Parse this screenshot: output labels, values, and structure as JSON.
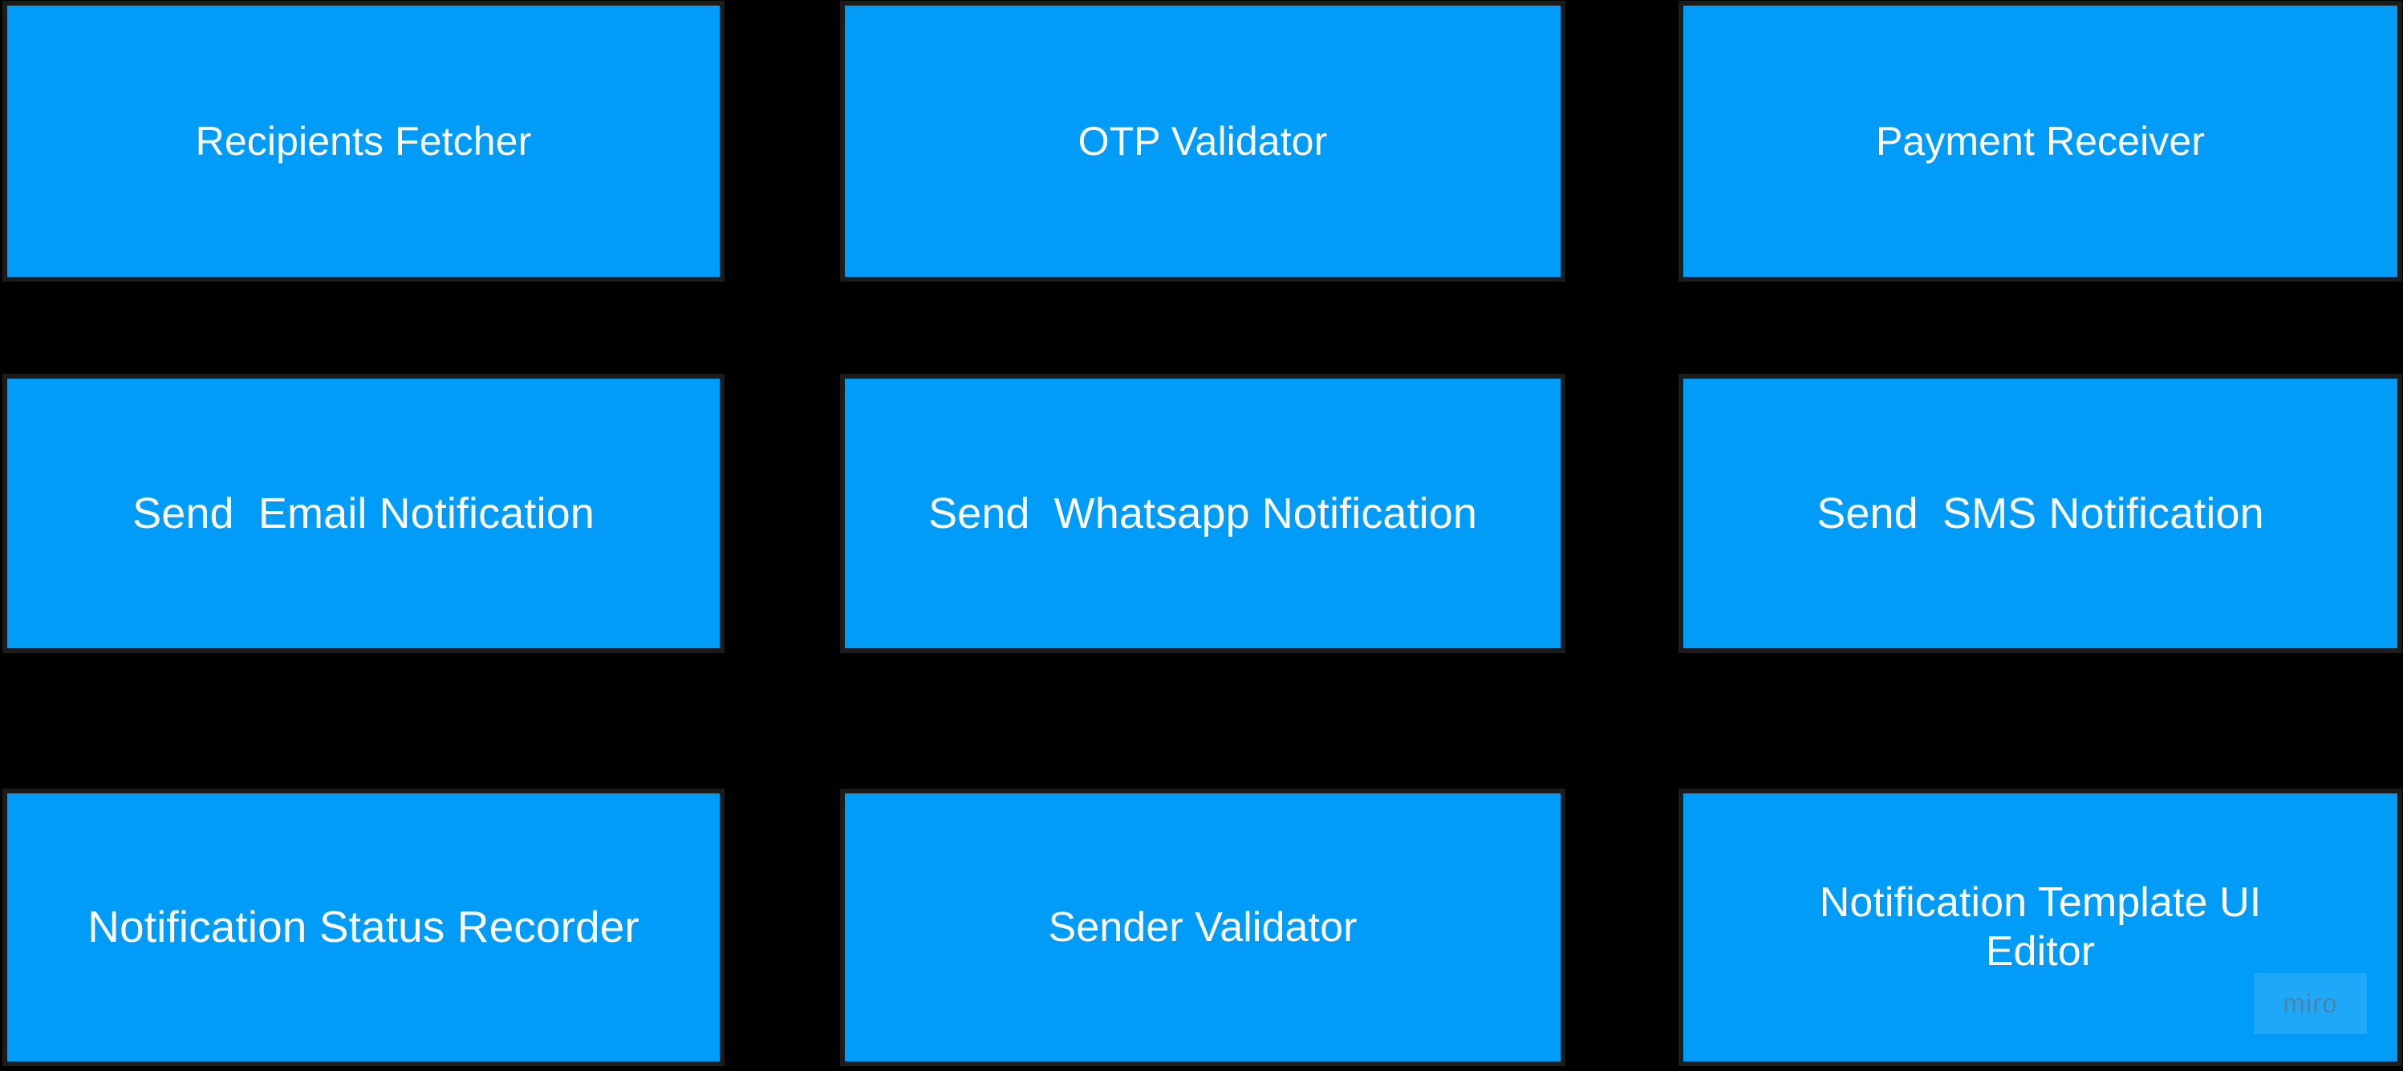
{
  "board": {
    "background_color": "#000000",
    "card_fill_color": "#009cf7",
    "card_outline_color": "#1c1c1c",
    "card_text_color": "#ffffff",
    "columns": 3,
    "rows": 3
  },
  "cards": [
    {
      "id": "recipients-fetcher",
      "label": "Recipients Fetcher",
      "row": 1,
      "column": 1
    },
    {
      "id": "otp-validator",
      "label": "OTP Validator",
      "row": 1,
      "column": 2
    },
    {
      "id": "payment-receiver",
      "label": "Payment Receiver",
      "row": 1,
      "column": 3
    },
    {
      "id": "send-email-notification",
      "label": "Send  Email Notification",
      "row": 2,
      "column": 1
    },
    {
      "id": "send-whatsapp-notification",
      "label": "Send  Whatsapp Notification",
      "row": 2,
      "column": 2
    },
    {
      "id": "send-sms-notification",
      "label": "Send  SMS Notification",
      "row": 2,
      "column": 3
    },
    {
      "id": "notification-status-recorder",
      "label": "Notification Status Recorder",
      "row": 3,
      "column": 1
    },
    {
      "id": "sender-validator",
      "label": "Sender Validator",
      "row": 3,
      "column": 2
    },
    {
      "id": "notification-template-ui-editor",
      "label": "Notification Template UI Editor",
      "row": 3,
      "column": 3
    }
  ],
  "watermark": {
    "label": "miro",
    "text_color": "#5f6e7d"
  }
}
